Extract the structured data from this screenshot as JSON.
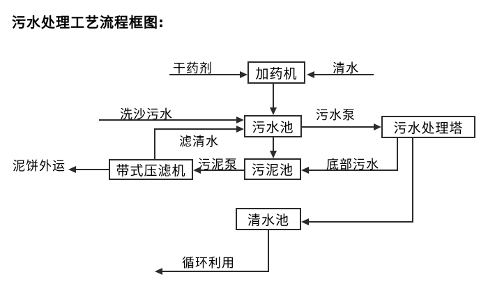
{
  "title": "污水处理工艺流程框图:",
  "nodes": {
    "dosing_machine": "加药机",
    "sewage_pool": "污水池",
    "treatment_tower": "污水处理塔",
    "sludge_pool": "污泥池",
    "belt_filter_press": "带式压滤机",
    "clear_water_pool": "清水池"
  },
  "flow_labels": {
    "dry_agent": "干药剂",
    "clear_water": "清水",
    "sand_washing_sewage": "洗沙污水",
    "sewage_pump": "污水泵",
    "filtered_water": "滤清水",
    "sludge_pump": "污泥泵",
    "bottom_sewage": "底部污水",
    "mud_cake_out": "泥饼外运",
    "recycle": "循环利用"
  },
  "colors": {
    "line": "#2b2b2b",
    "text": "#000000",
    "background": "#ffffff"
  }
}
